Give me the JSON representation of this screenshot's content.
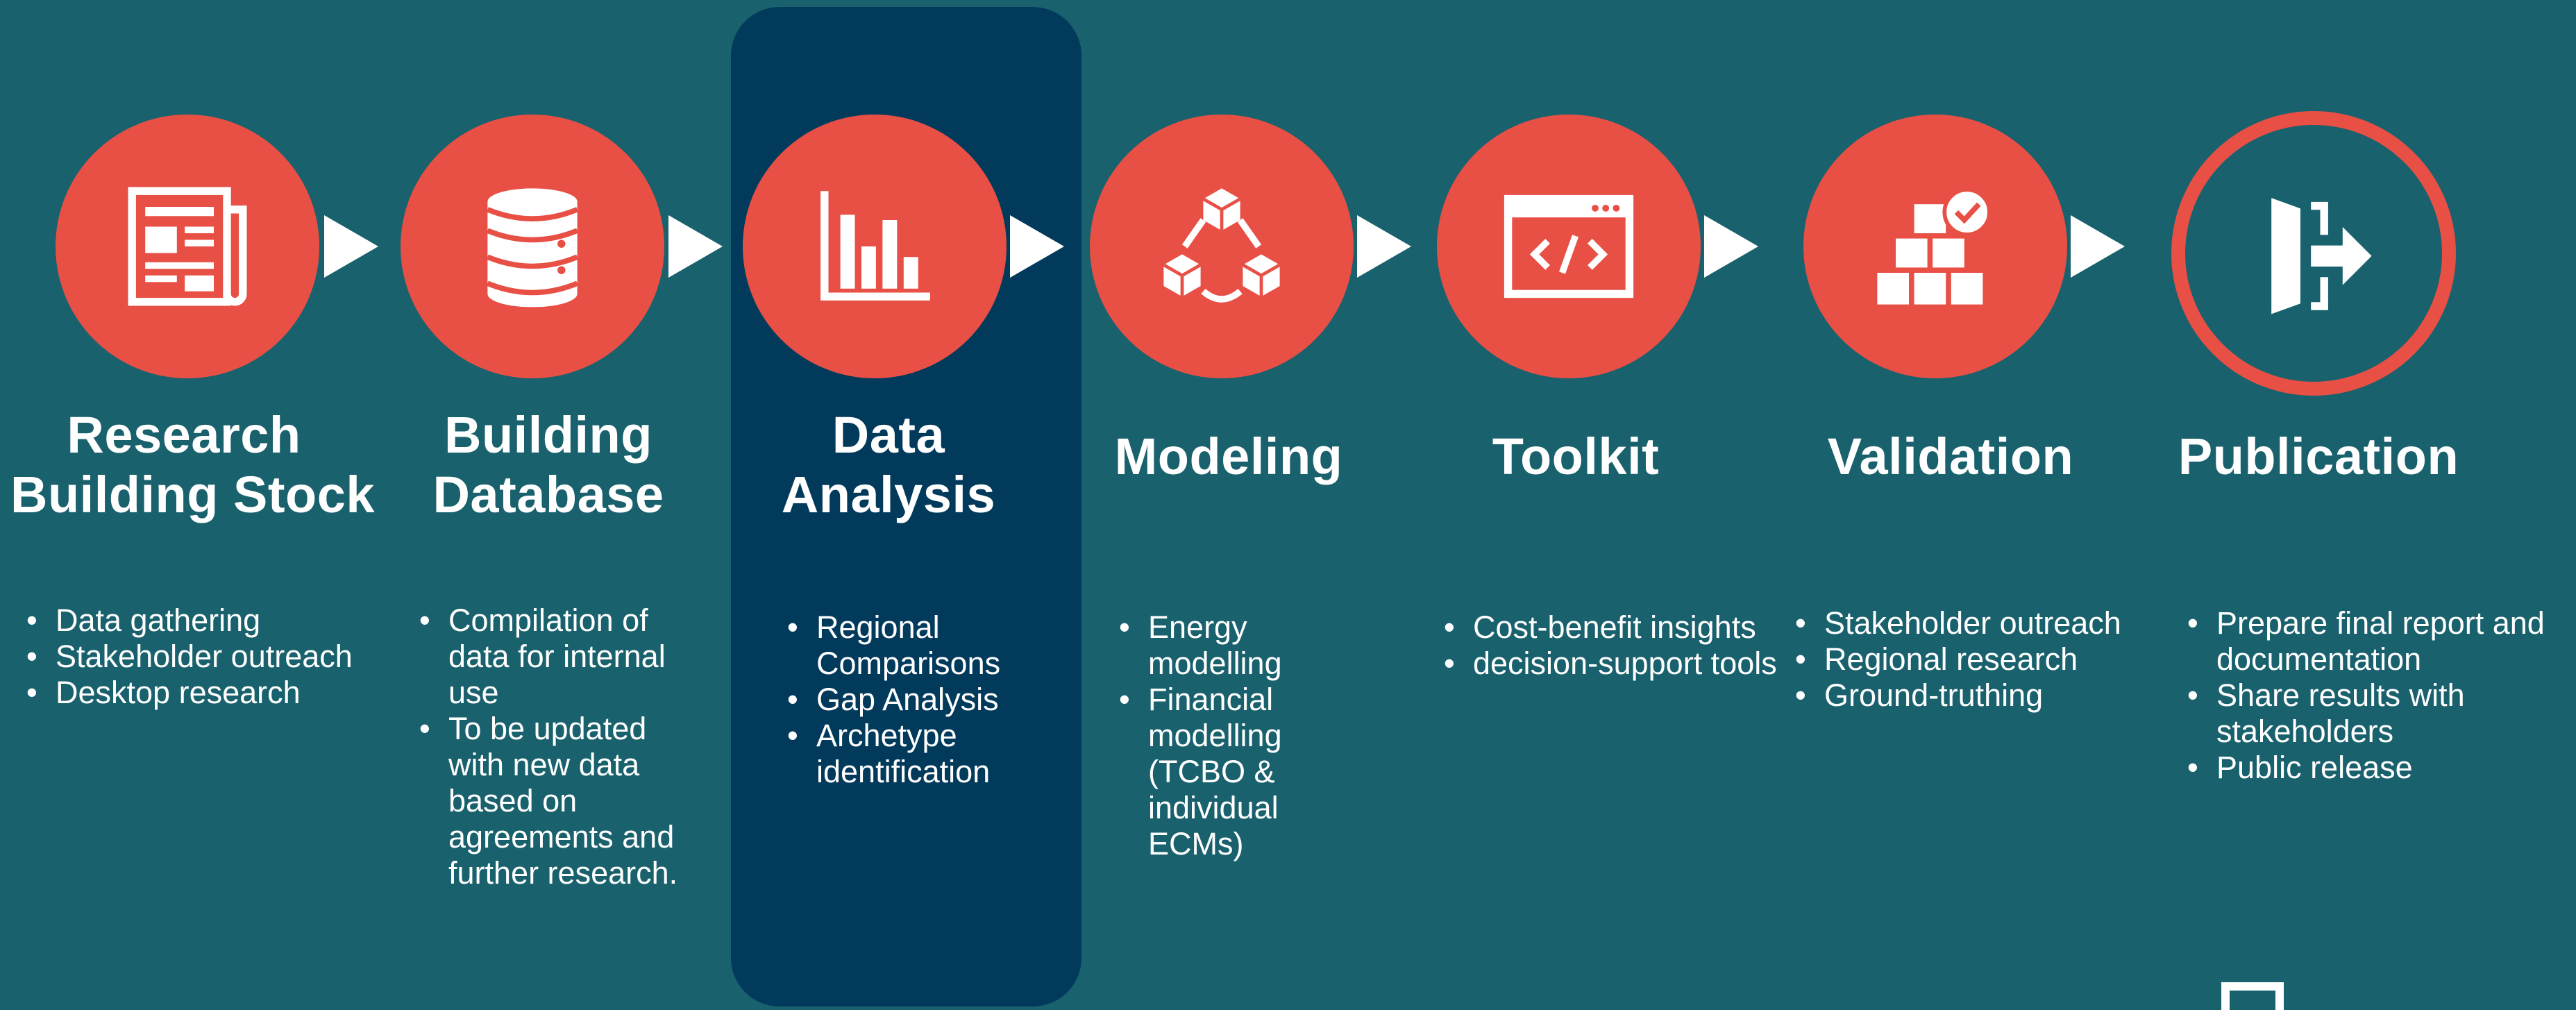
{
  "colors": {
    "background": "#19616d",
    "highlight_panel": "#023a5c",
    "accent": "#e85045",
    "text": "#ffffff"
  },
  "steps": [
    {
      "icon": "newspaper-icon",
      "title_lines": [
        "Research",
        "Building Stock"
      ],
      "bullets": [
        "Data gathering",
        "Stakeholder outreach",
        "Desktop research"
      ]
    },
    {
      "icon": "database-icon",
      "title_lines": [
        "Building",
        "Database"
      ],
      "bullets": [
        "Compilation of data for internal use",
        "To be updated with new data based on agreements and further research."
      ]
    },
    {
      "icon": "bar-chart-icon",
      "title_lines": [
        "Data",
        "Analysis"
      ],
      "highlighted": true,
      "bullets": [
        "Regional Comparisons",
        "Gap Analysis",
        "Archetype identification"
      ]
    },
    {
      "icon": "cubes-network-icon",
      "title_lines": [
        "Modeling"
      ],
      "bullets": [
        "Energy modelling",
        "Financial modelling (TCBO & individual ECMs)"
      ]
    },
    {
      "icon": "code-window-icon",
      "title_lines": [
        "Toolkit"
      ],
      "bullets": [
        "Cost-benefit insights",
        "decision-support tools"
      ]
    },
    {
      "icon": "boxes-check-icon",
      "title_lines": [
        "Validation"
      ],
      "bullets": [
        "Stakeholder  outreach",
        "Regional research",
        "Ground-truthing"
      ]
    },
    {
      "icon": "exit-arrow-icon",
      "title_lines": [
        "Publication"
      ],
      "bullets": [
        "Prepare final report and documentation",
        "Share results with stakeholders",
        "Public release"
      ]
    }
  ]
}
